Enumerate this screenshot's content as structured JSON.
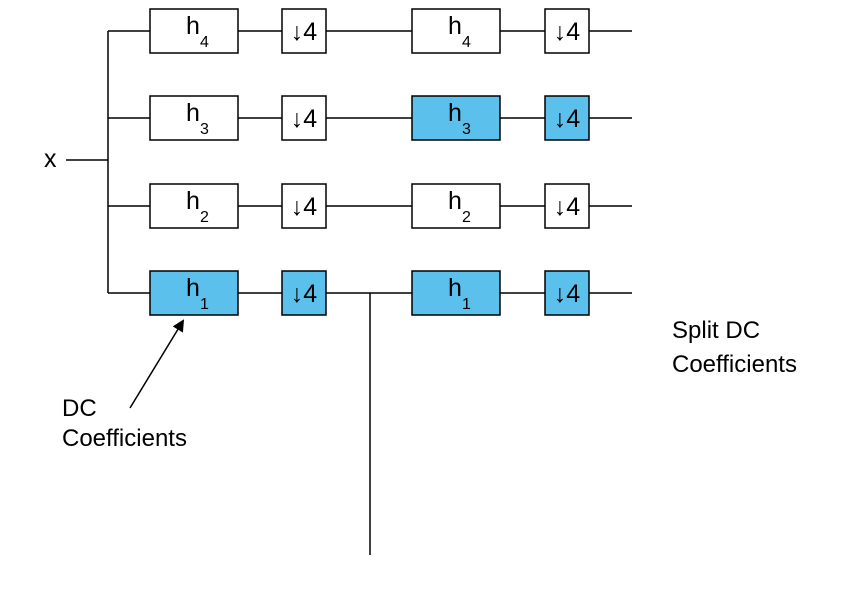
{
  "input_label": "x",
  "colors": {
    "highlight": "#5BC0EB",
    "plain": "#ffffff",
    "stroke": "#000000"
  },
  "stage1": {
    "filters": [
      {
        "name": "h",
        "sub": "4",
        "down": "↓4",
        "highlighted": false
      },
      {
        "name": "h",
        "sub": "3",
        "down": "↓4",
        "highlighted": false
      },
      {
        "name": "h",
        "sub": "2",
        "down": "↓4",
        "highlighted": false
      },
      {
        "name": "h",
        "sub": "1",
        "down": "↓4",
        "highlighted": true
      }
    ]
  },
  "stage2": {
    "filters": [
      {
        "name": "h",
        "sub": "4",
        "down": "↓4",
        "highlighted": false
      },
      {
        "name": "h",
        "sub": "3",
        "down": "↓4",
        "highlighted": true
      },
      {
        "name": "h",
        "sub": "2",
        "down": "↓4",
        "highlighted": false
      },
      {
        "name": "h",
        "sub": "1",
        "down": "↓4",
        "highlighted": true
      }
    ]
  },
  "annotations": {
    "dc": [
      "DC",
      "Coefficients"
    ],
    "split_dc": [
      "Split DC",
      "Coefficients"
    ]
  }
}
